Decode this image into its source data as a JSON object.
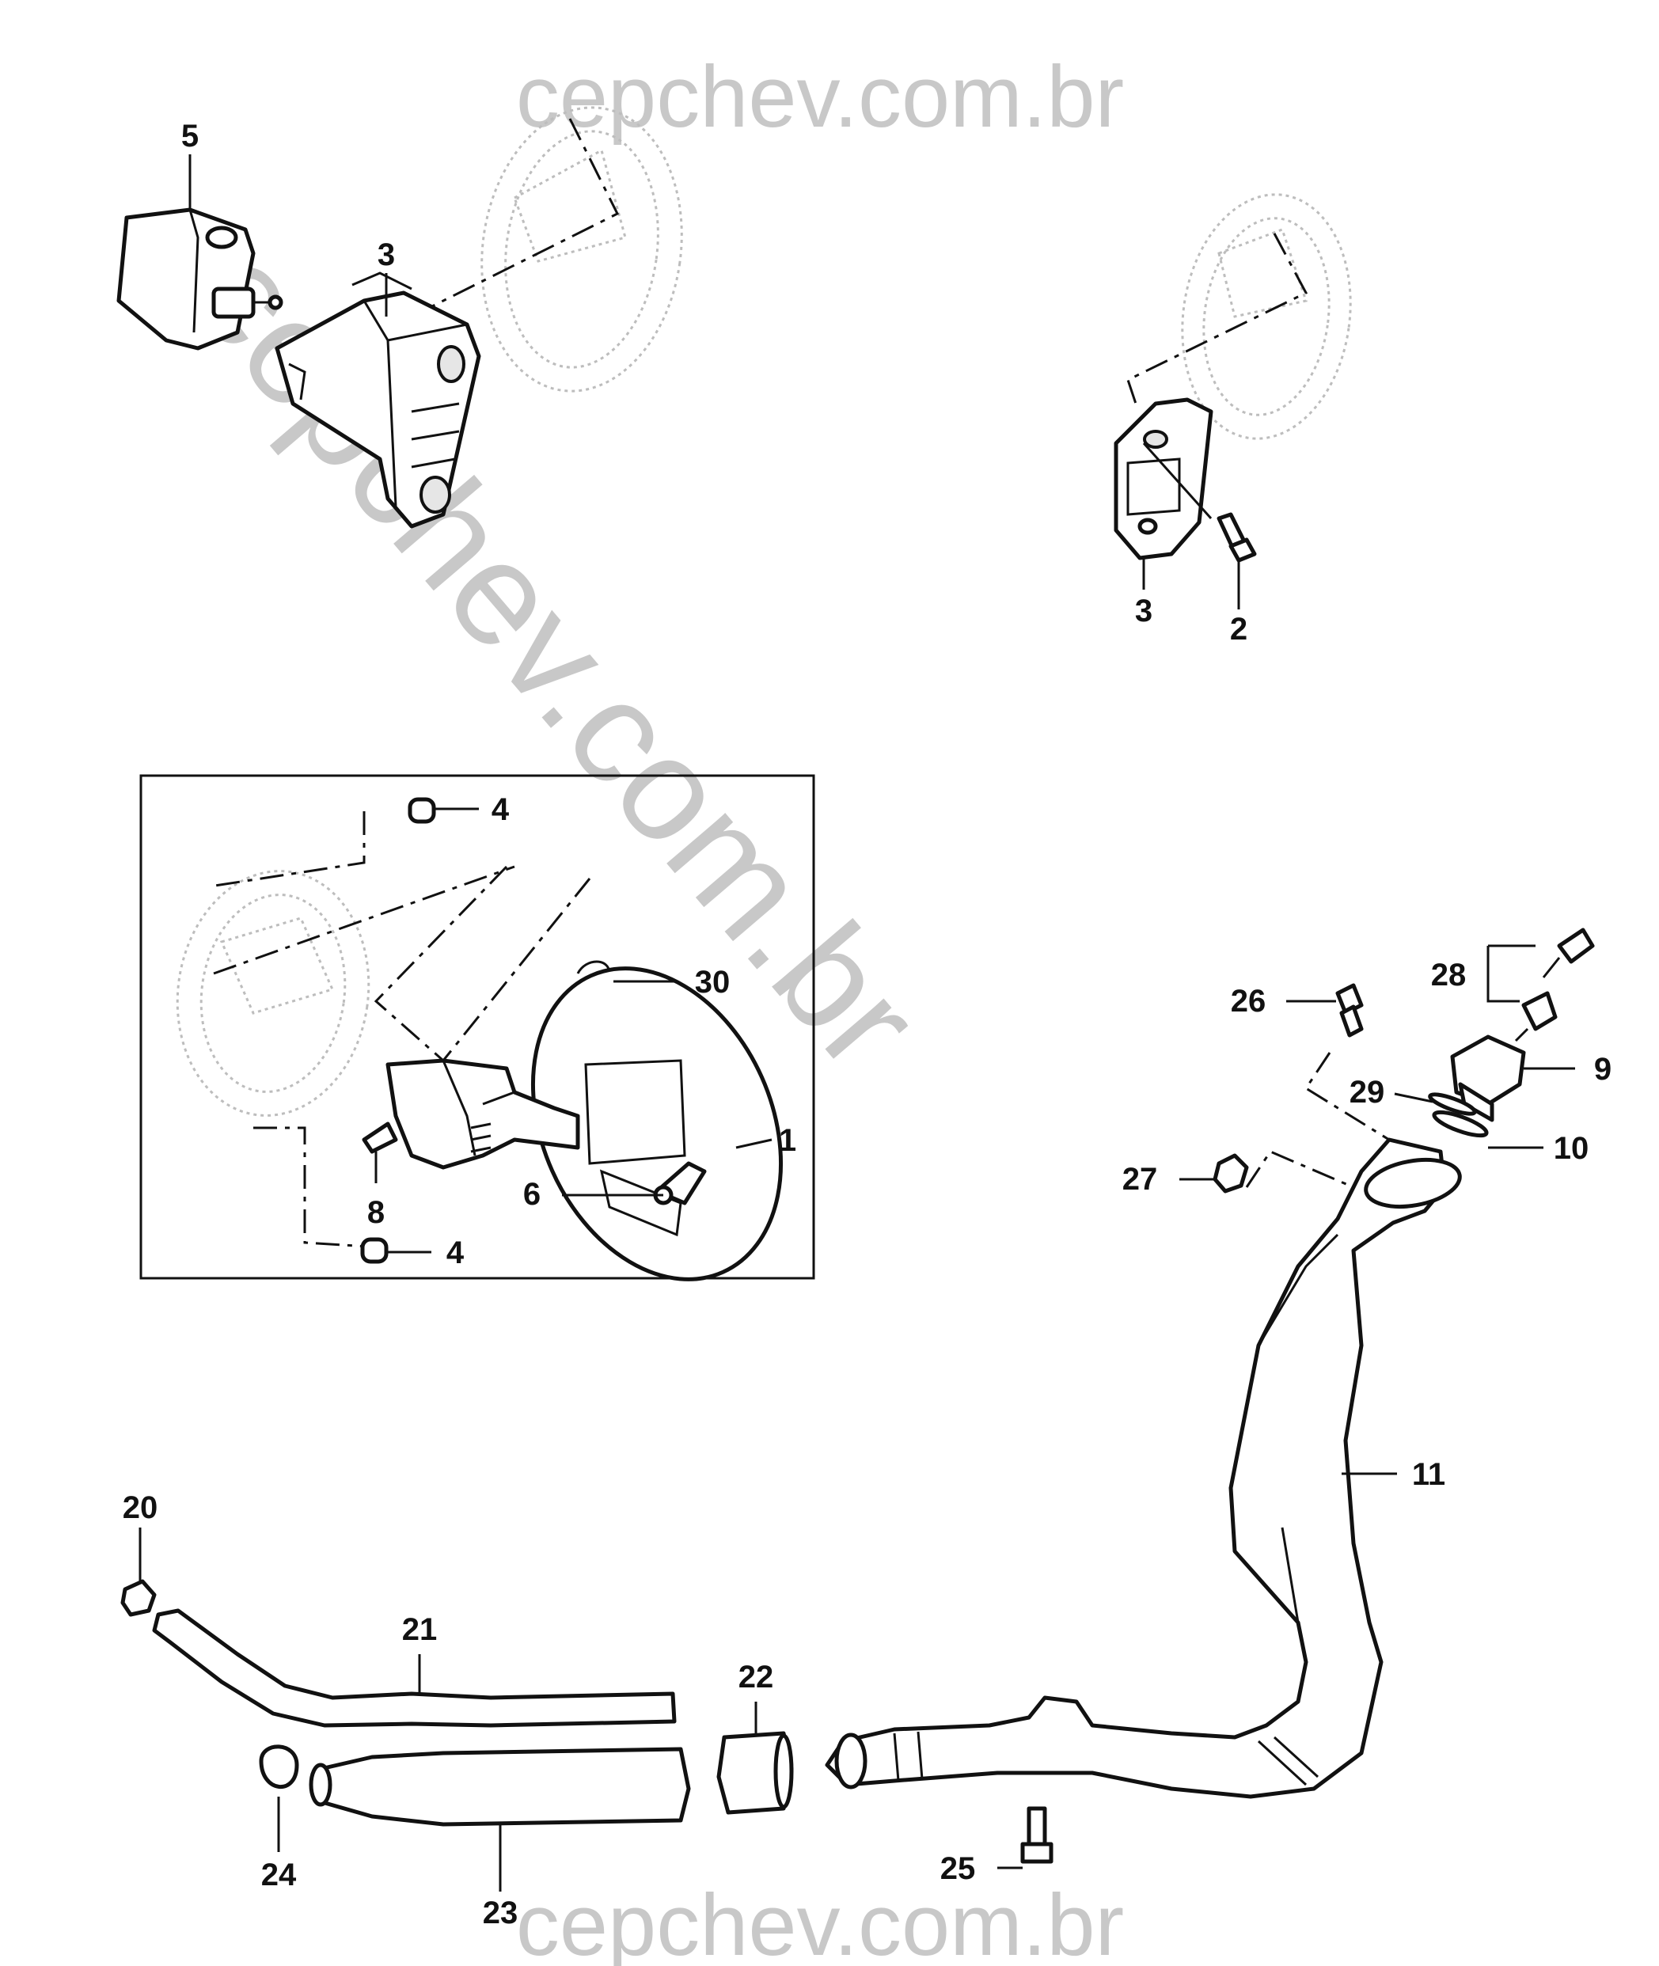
{
  "watermark": {
    "top": "cepchev.com.br",
    "bottom": "cepchev.com.br",
    "diagonal": "cepchev.com.br"
  },
  "callouts": [
    {
      "id": "c5",
      "label": "5"
    },
    {
      "id": "c3a",
      "label": "3"
    },
    {
      "id": "c3b",
      "label": "3"
    },
    {
      "id": "c2",
      "label": "2"
    },
    {
      "id": "c4a",
      "label": "4"
    },
    {
      "id": "c30",
      "label": "30"
    },
    {
      "id": "c1",
      "label": "1"
    },
    {
      "id": "c6",
      "label": "6"
    },
    {
      "id": "c8",
      "label": "8"
    },
    {
      "id": "c4b",
      "label": "4"
    },
    {
      "id": "c28",
      "label": "28"
    },
    {
      "id": "c26",
      "label": "26"
    },
    {
      "id": "c9",
      "label": "9"
    },
    {
      "id": "c29",
      "label": "29"
    },
    {
      "id": "c10",
      "label": "10"
    },
    {
      "id": "c27",
      "label": "27"
    },
    {
      "id": "c11",
      "label": "11"
    },
    {
      "id": "c20",
      "label": "20"
    },
    {
      "id": "c21",
      "label": "21"
    },
    {
      "id": "c22",
      "label": "22"
    },
    {
      "id": "c24",
      "label": "24"
    },
    {
      "id": "c25",
      "label": "25"
    },
    {
      "id": "c23",
      "label": "23"
    }
  ]
}
